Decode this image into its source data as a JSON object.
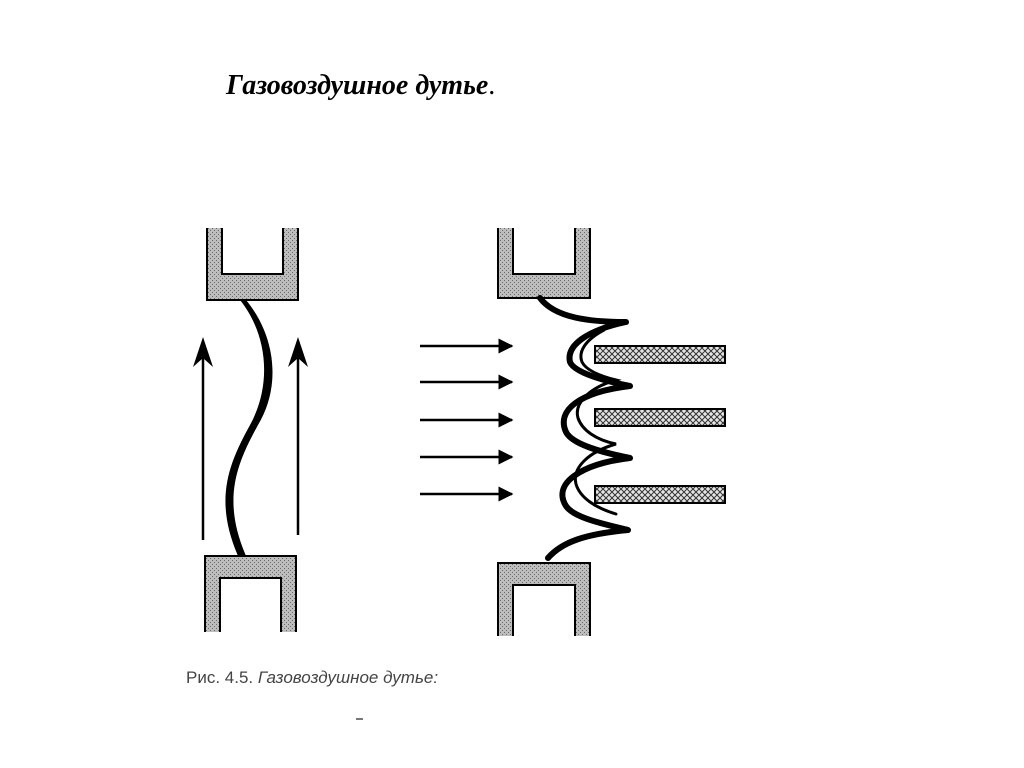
{
  "title": "Газовоздушное дутье",
  "title_end": ".",
  "caption": {
    "number": "Рис. 4.5.",
    "text": "Газовоздушное дутье:"
  },
  "colors": {
    "ink": "#000000",
    "electrode_fill": "#cfcfcf",
    "caption_text": "#444444"
  },
  "icons": {
    "electrode": "stippled-electrode-icon",
    "arrow": "right-arrow-icon",
    "plate": "hatched-plate-icon"
  }
}
